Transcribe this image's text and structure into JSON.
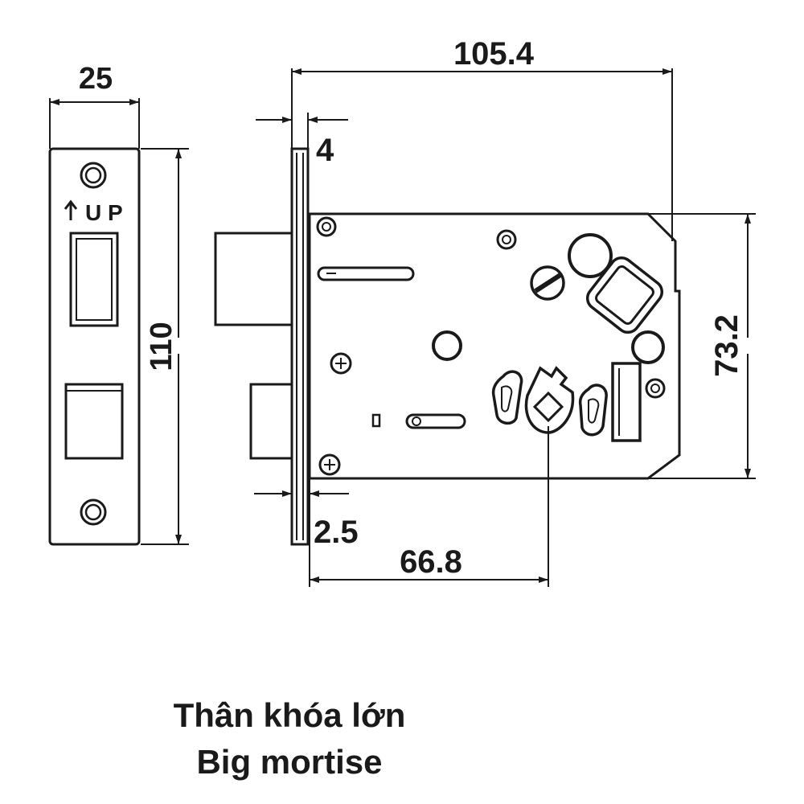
{
  "dimensions": {
    "faceplate_width": "25",
    "faceplate_height": "110",
    "overall_depth": "105.4",
    "faceplate_thickness": "4",
    "plate_offset": "2.5",
    "backset": "66.8",
    "case_height": "73.2"
  },
  "faceplate": {
    "up_mark": "U P"
  },
  "caption": {
    "vietnamese": "Thân khóa lớn",
    "english": "Big mortise"
  },
  "colors": {
    "line": "#1a1a1a",
    "background": "#ffffff"
  }
}
